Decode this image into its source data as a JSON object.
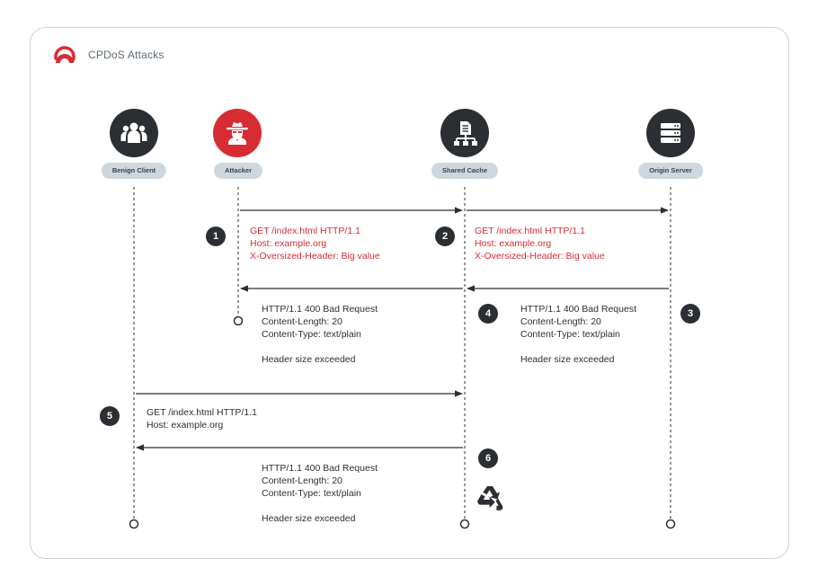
{
  "title": "CPDoS Attacks",
  "actors": [
    {
      "name": "Benign Client",
      "icon": "users-icon"
    },
    {
      "name": "Attacker",
      "icon": "spy-icon"
    },
    {
      "name": "Shared Cache",
      "icon": "cache-hierarchy-icon"
    },
    {
      "name": "Origin Server",
      "icon": "server-icon"
    }
  ],
  "steps": [
    "1",
    "2",
    "3",
    "4",
    "5",
    "6"
  ],
  "messages": {
    "m1": [
      "GET /index.html HTTP/1.1",
      "Host: example.org",
      "X-Oversized-Header: Big value"
    ],
    "m2": [
      "GET /index.html HTTP/1.1",
      "Host: example.org",
      "X-Oversized-Header: Big value"
    ],
    "m3": [
      "HTTP/1.1 400 Bad Request",
      "Content-Length: 20",
      "Content-Type: text/plain",
      "",
      "Header size exceeded"
    ],
    "m4": [
      "HTTP/1.1 400 Bad Request",
      "Content-Length: 20",
      "Content-Type: text/plain",
      "",
      "Header size exceeded"
    ],
    "m5": [
      "GET /index.html HTTP/1.1",
      "Host: example.org"
    ],
    "m6": [
      "HTTP/1.1 400 Bad Request",
      "Content-Length: 20",
      "Content-Type: text/plain",
      "",
      "Header size exceeded"
    ]
  },
  "colors": {
    "accent": "#d62d34",
    "dark": "#2b2f33",
    "pill": "#cfd7dc",
    "frame": "#c9d3da"
  }
}
